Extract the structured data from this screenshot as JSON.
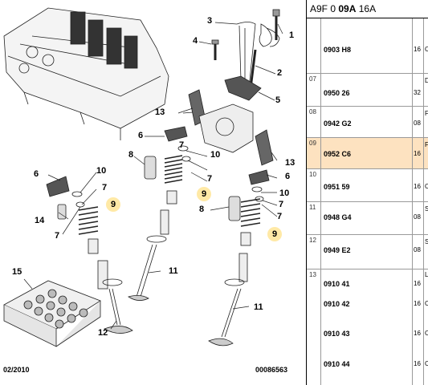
{
  "diagram": {
    "callouts": [
      {
        "id": "c1",
        "text": "1"
      },
      {
        "id": "c2",
        "text": "2"
      },
      {
        "id": "c3",
        "text": "3"
      },
      {
        "id": "c4",
        "text": "4"
      },
      {
        "id": "c5",
        "text": "5"
      },
      {
        "id": "c6a",
        "text": "6"
      },
      {
        "id": "c6b",
        "text": "6"
      },
      {
        "id": "c6c",
        "text": "6"
      },
      {
        "id": "c7a",
        "text": "7"
      },
      {
        "id": "c7b",
        "text": "7"
      },
      {
        "id": "c7c",
        "text": "7"
      },
      {
        "id": "c7d",
        "text": "7"
      },
      {
        "id": "c7e",
        "text": "7"
      },
      {
        "id": "c7f",
        "text": "7"
      },
      {
        "id": "c8a",
        "text": "8"
      },
      {
        "id": "c8b",
        "text": "8"
      },
      {
        "id": "c9a",
        "text": "9"
      },
      {
        "id": "c9b",
        "text": "9"
      },
      {
        "id": "c9c",
        "text": "9"
      },
      {
        "id": "c10a",
        "text": "10"
      },
      {
        "id": "c10b",
        "text": "10"
      },
      {
        "id": "c10c",
        "text": "10"
      },
      {
        "id": "c11a",
        "text": "11"
      },
      {
        "id": "c11b",
        "text": "11"
      },
      {
        "id": "c12",
        "text": "12"
      },
      {
        "id": "c13a",
        "text": "13"
      },
      {
        "id": "c13b",
        "text": "13"
      },
      {
        "id": "c14",
        "text": "14"
      },
      {
        "id": "c15",
        "text": "15"
      }
    ],
    "date_code": "02/2010",
    "drawing_number": "00086563"
  },
  "panel": {
    "header_prefix": "A9F 0",
    "header_bold": "09A",
    "header_suffix": "16A",
    "rows": [
      {
        "num": "",
        "ref": "0903 H8",
        "qty": "16",
        "cut": "C",
        "selected": false
      },
      {
        "num": "07",
        "ref": "0950 26",
        "qty": "32",
        "cut": "D",
        "selected": false
      },
      {
        "num": "08",
        "ref": "0942 G2",
        "qty": "08",
        "cut": "F",
        "selected": false
      },
      {
        "num": "09",
        "ref": "0952 C6",
        "qty": "16",
        "cut": "F",
        "selected": true
      },
      {
        "num": "10",
        "ref": "0951 59",
        "qty": "16",
        "cut": "C",
        "selected": false
      },
      {
        "num": "11",
        "ref": "0948 G4",
        "qty": "08",
        "cut": "S",
        "selected": false
      },
      {
        "num": "12",
        "ref": "0949 E2",
        "qty": "08",
        "cut": "S",
        "selected": false
      },
      {
        "num": "13",
        "ref": "0910 41",
        "qty": "16",
        "cut": "L",
        "selected": false
      },
      {
        "num": "",
        "ref": "0910 42",
        "qty": "16",
        "cut": "C",
        "selected": false
      },
      {
        "num": "",
        "ref": "0910 43",
        "qty": "16",
        "cut": "C",
        "selected": false
      },
      {
        "num": "",
        "ref": "0910 44",
        "qty": "16",
        "cut": "C",
        "selected": false
      }
    ]
  },
  "colors": {
    "highlight_row": "#fde2c0",
    "callout_highlight": "#ffe9a6",
    "line": "#000000",
    "grid": "#9a9a9a"
  }
}
